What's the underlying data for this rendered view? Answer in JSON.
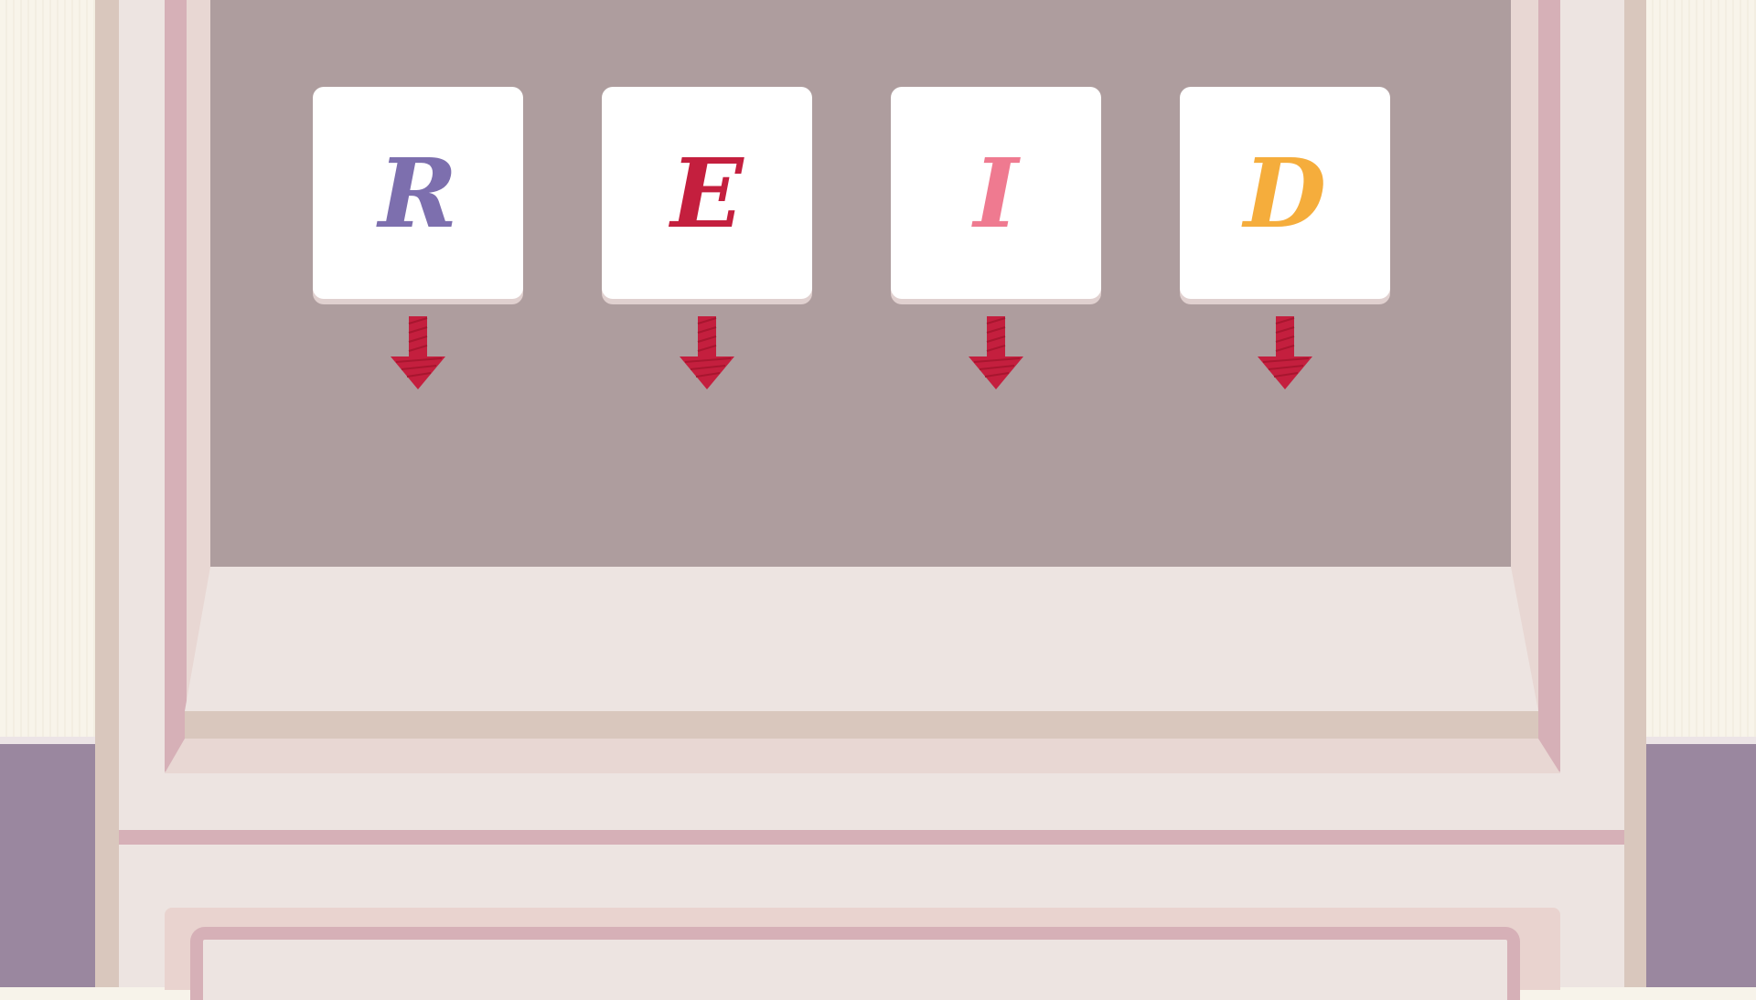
{
  "tiles": [
    {
      "letter": "R",
      "color": "#7d6fae"
    },
    {
      "letter": "E",
      "color": "#c41f3e"
    },
    {
      "letter": "I",
      "color": "#ef7a90"
    },
    {
      "letter": "D",
      "color": "#f5ad3c"
    }
  ],
  "colors": {
    "board": "#ae9d9e",
    "arrow": "#c41f3e",
    "frame_pink": "#d6b0b7",
    "cabinet_light": "#ede4e1",
    "wall_base": "#9a879f"
  },
  "icons": {
    "arrow": "arrow-down-icon"
  }
}
